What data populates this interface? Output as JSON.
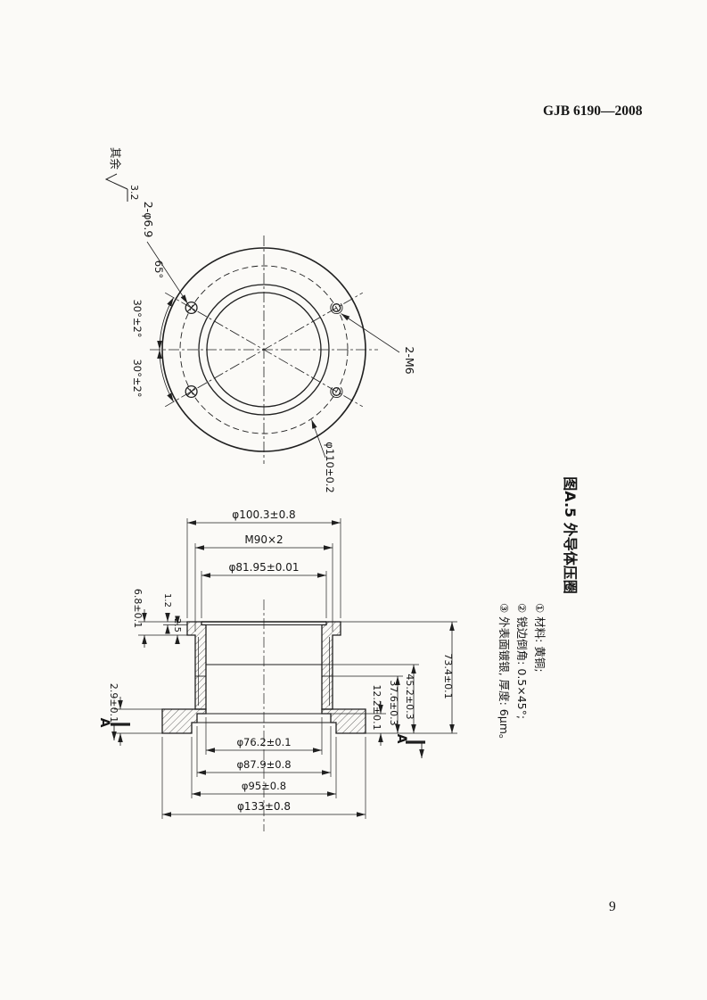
{
  "page": {
    "standard_number": "GJB 6190—2008",
    "page_number": "9",
    "figure_caption": "图A.5  外导体压圈",
    "surface_note_prefix": "其余",
    "surface_roughness": "3.2",
    "notes": [
      "① 材料: 黄铜;",
      "② 锐边倒角: 0.5×45°;",
      "③ 外表面镀银, 厚度: 6μm。"
    ]
  },
  "top_view": {
    "hole_small_label": "2-φ6.9",
    "hole_small_angle": "65°",
    "angle_upper": "30°±2°",
    "angle_lower": "30°±2°",
    "hole_thread_label": "2-M6",
    "bolt_circle_dia": "φ110±0.2"
  },
  "section_view": {
    "view_letter_left": "A",
    "view_letter_right": "A",
    "dia_top_outer": "φ100.3±0.8",
    "thread": "M90×2",
    "dia_top_bore": "φ81.95±0.01",
    "dia_bore": "φ76.2±0.1",
    "dia_recess1": "φ87.9±0.8",
    "dia_recess2": "φ95±0.8",
    "dia_flange": "φ133±0.8",
    "t_flange_top": "6.8±0.1",
    "t_step1": "1.2",
    "t_step2": "2.5",
    "t_flange_bottom": "2.9±0.1",
    "h_recess": "12.2±0.1",
    "h_step1": "37.6±0.3",
    "h_step2": "45.2±0.3",
    "h_total": "73.4±0.1"
  }
}
